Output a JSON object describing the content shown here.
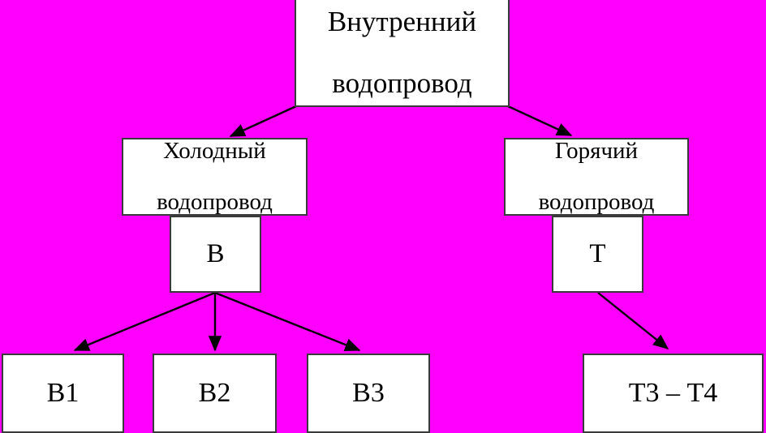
{
  "diagram": {
    "title_node": {
      "id": "root",
      "line1": "Внутренний",
      "line2": "водопровод"
    },
    "background_color": "#FF00FF",
    "node_fill_color": "#FFFFFF",
    "node_border_color": "#3A3A3A",
    "edge_color": "#000000",
    "nodes": {
      "cold": {
        "line1": "Холодный",
        "line2": "водопровод"
      },
      "hot": {
        "line1": "Горячий",
        "line2": "водопровод"
      },
      "v": {
        "label": "В"
      },
      "t": {
        "label": "Т"
      },
      "v1": {
        "label": "В1"
      },
      "v2": {
        "label": "В2"
      },
      "v3": {
        "label": "В3"
      },
      "t34": {
        "label": "Т3 – Т4"
      }
    },
    "edges": [
      {
        "from": "root",
        "to": "cold",
        "arrow": true
      },
      {
        "from": "root",
        "to": "hot",
        "arrow": true
      },
      {
        "from": "v",
        "to": "v1",
        "arrow": true
      },
      {
        "from": "v",
        "to": "v2",
        "arrow": true
      },
      {
        "from": "v",
        "to": "v3",
        "arrow": true
      },
      {
        "from": "t",
        "to": "t34",
        "arrow": true
      }
    ]
  }
}
